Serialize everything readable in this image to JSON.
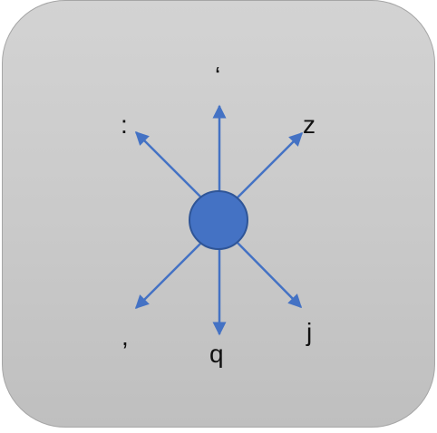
{
  "colors": {
    "panel": "#cccccc",
    "arrow": "#4472c4",
    "center": "#4472c4",
    "center_stroke": "#2f5597",
    "text": "#111111"
  },
  "center_icon": "circle-center-icon",
  "directions": {
    "up": "‘",
    "up_left": ":",
    "up_right": "z",
    "down_left": ",",
    "down": "q",
    "down_right": "j"
  }
}
